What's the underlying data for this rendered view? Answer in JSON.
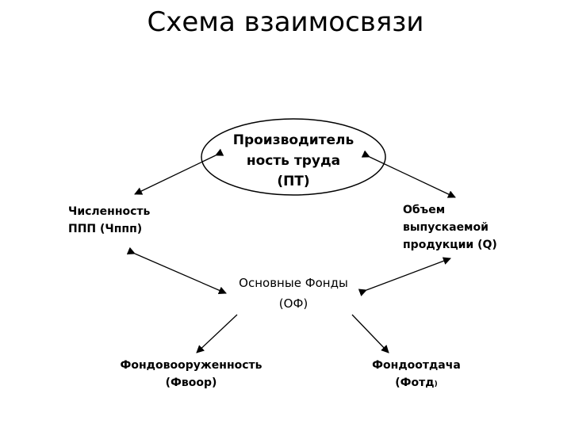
{
  "title": "Схема взаимосвязи",
  "nodes": {
    "pt": {
      "line1": "Производитель",
      "line2": "ность труда",
      "line3": "(ПТ)"
    },
    "chislennost": {
      "line1": "Численность",
      "line2": "ППП (Чппп)"
    },
    "obem": {
      "line1": "Объем",
      "line2": "выпускаемой",
      "line3": "продукции (Q)"
    },
    "of": {
      "line1": "Основные Фонды",
      "line2": "(ОФ)"
    },
    "fvoor": {
      "line1": "Фондовооруженность",
      "line2": "(Фвоор)"
    },
    "fotd": {
      "line1": "Фондоотдача",
      "line2_main": "(Фотд",
      "line2_sub": ")"
    }
  }
}
